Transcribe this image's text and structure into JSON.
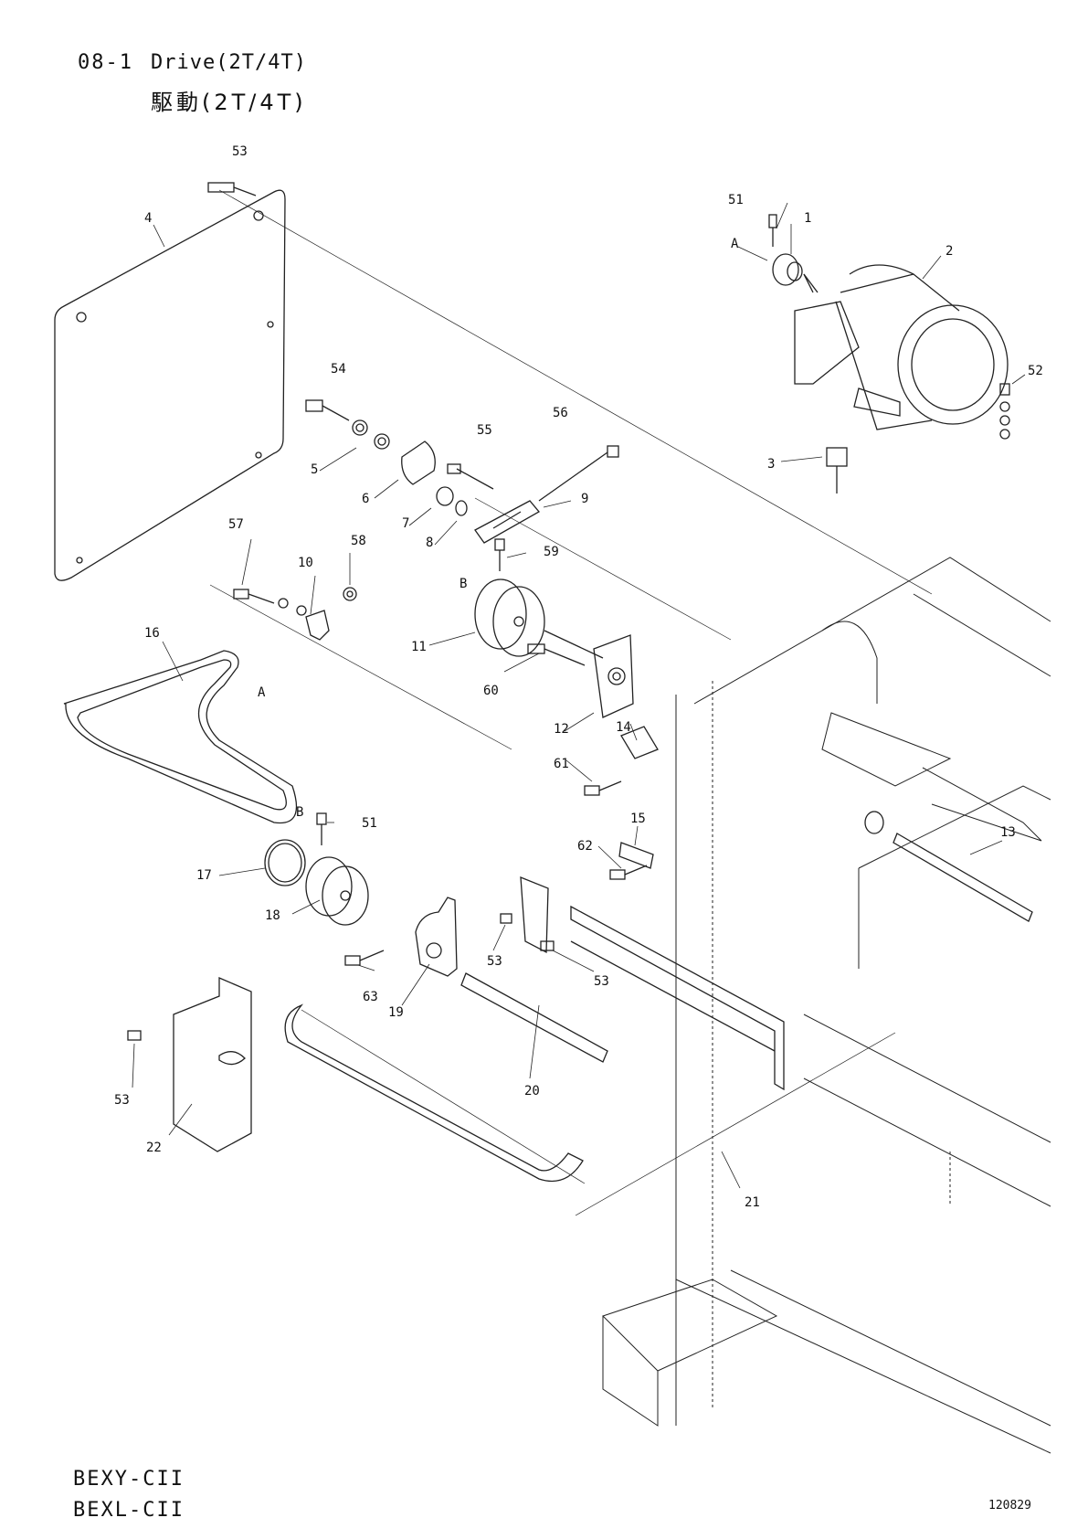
{
  "header": {
    "code": "08-1",
    "title_en": "Drive(2T/4T)",
    "title_ja": "駆動(2T/4T)"
  },
  "models": [
    "BEXY-CII",
    "BEXL-CII"
  ],
  "drawing_id": "120829",
  "callouts": {
    "c1": "1",
    "c2": "2",
    "c3": "3",
    "c4": "4",
    "c5": "5",
    "c6": "6",
    "c7": "7",
    "c8": "8",
    "c9": "9",
    "c10": "10",
    "c11": "11",
    "c12": "12",
    "c13": "13",
    "c14": "14",
    "c15": "15",
    "c16": "16",
    "c17": "17",
    "c18": "18",
    "c19": "19",
    "c20": "20",
    "c21": "21",
    "c22": "22",
    "c51a": "51",
    "c51b": "51",
    "c52": "52",
    "c53a": "53",
    "c53b": "53",
    "c53c": "53",
    "c53d": "53",
    "c54": "54",
    "c55": "55",
    "c56": "56",
    "c57": "57",
    "c58": "58",
    "c59": "59",
    "c60": "60",
    "c61": "61",
    "c62": "62",
    "c63": "63",
    "refA1": "A",
    "refA2": "A",
    "refB1": "B",
    "refB2": "B"
  }
}
